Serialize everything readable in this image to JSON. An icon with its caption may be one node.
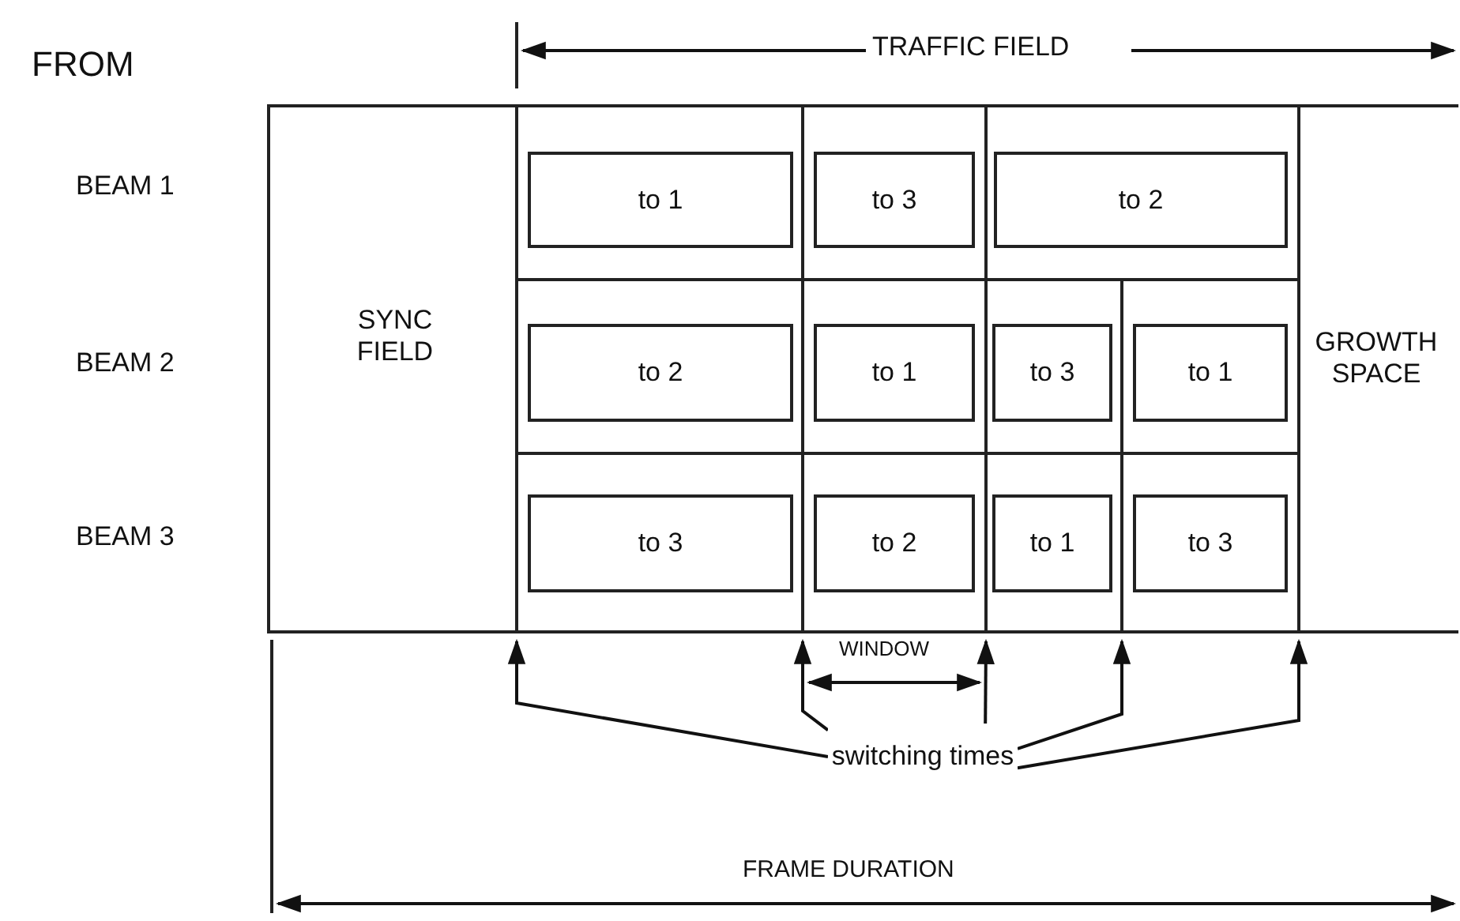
{
  "diagram": {
    "nodes": [
      {
        "text": [
          "to 1"
        ]
      },
      {
        "text": [
          "to 3"
        ]
      },
      {
        "text": [
          "to 2"
        ]
      },
      {
        "text": [
          "to 2"
        ]
      },
      {
        "text": [
          "to 1"
        ]
      },
      {
        "text": [
          "to 3"
        ]
      },
      {
        "text": [
          "to 1"
        ]
      },
      {
        "text": [
          "to 3"
        ]
      },
      {
        "text": [
          "to 2"
        ]
      },
      {
        "text": [
          "to 1"
        ]
      },
      {
        "text": [
          "to 3"
        ]
      },
      {
        "text": [
          "switching times"
        ]
      }
    ],
    "edges": [
      {
        "from": 11,
        "to": null,
        "arrow": "to"
      },
      {
        "from": 11,
        "to": null,
        "arrow": "to"
      },
      {
        "from": 11,
        "to": null,
        "arrow": "to"
      },
      {
        "from": 11,
        "to": null,
        "arrow": "to"
      },
      {
        "from": 11,
        "to": null,
        "arrow": "to"
      }
    ],
    "labels": [
      "FROM",
      "TRAFFIC FIELD",
      "BEAM 1",
      "SYNC FIELD",
      "BEAM 2",
      "GROWTH SPACE",
      "BEAM 3",
      "WINDOW",
      "FRAME DURATION"
    ]
  }
}
